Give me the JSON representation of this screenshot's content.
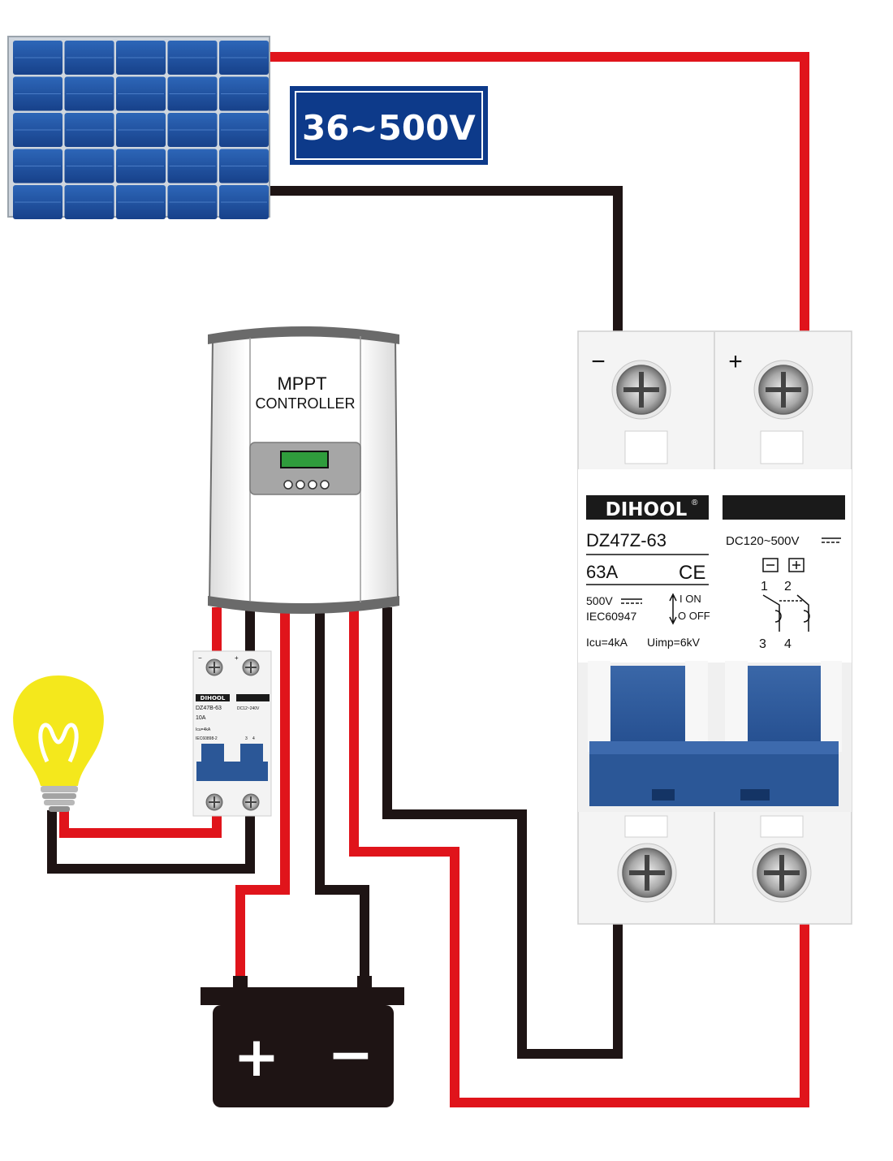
{
  "voltage_badge": {
    "text": "36~500V"
  },
  "controller": {
    "line1": "MPPT",
    "line2": "CONTROLLER"
  },
  "main_breaker": {
    "brand": "DIHOOL",
    "brand_mark": "®",
    "model": "DC120~500V",
    "dc_symbol": "⎓",
    "model_code": "DZ47Z-63",
    "current": "63A",
    "ce": "CE",
    "voltage": "500V",
    "standard": "IEC60947",
    "on": "I  ON",
    "off": "O OFF",
    "icu": "Icu=4kA",
    "uimp": "Uimp=6kV",
    "terminal_minus": "−",
    "terminal_plus": "+",
    "pole_1": "1",
    "pole_2": "2",
    "pole_3": "3",
    "pole_4": "4"
  },
  "small_breaker": {
    "brand": "DIHOOL",
    "model_code": "DZ47B-63",
    "current": "10A",
    "voltage": "DC12~240V",
    "icu": "Icu=4kA",
    "standard": "IEC60898-2",
    "pole_3": "3",
    "pole_4": "4"
  },
  "battery": {
    "plus": "+",
    "minus": "−"
  },
  "colors": {
    "wire_positive": "#e0141b",
    "wire_negative": "#1e1414",
    "panel_blue": "#1f4f9c",
    "badge_blue": "#0d3a8a",
    "breaker_blue": "#2b5797",
    "bulb_yellow": "#f4e81c"
  }
}
